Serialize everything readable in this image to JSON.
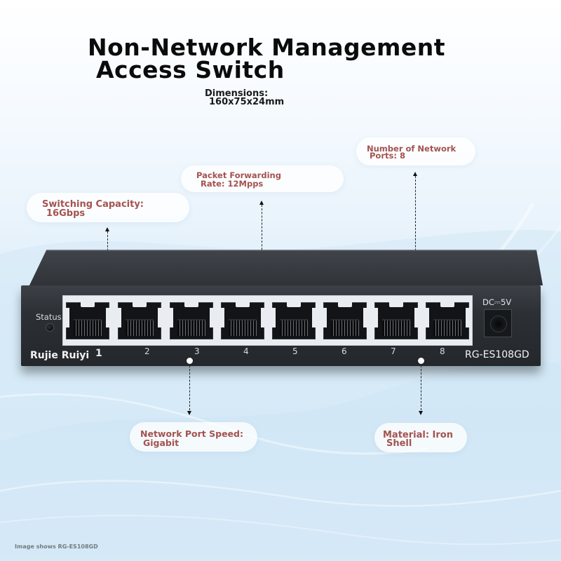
{
  "title": {
    "line1": "Non-Network Management",
    "line2": "Access Switch"
  },
  "dimensions": {
    "label": "Dimensions:",
    "value": "160x75x24mm"
  },
  "callouts": {
    "switching_capacity": {
      "line1": "Switching Capacity:",
      "line2": "16Gbps"
    },
    "packet_forwarding": {
      "line1": "Packet Forwarding",
      "line2": "Rate: 12Mpps"
    },
    "network_ports": {
      "line1": "Number of Network",
      "line2": "Ports: 8"
    },
    "port_speed": {
      "line1": "Network Port Speed:",
      "line2": "Gigabit"
    },
    "material": {
      "line1": "Material: Iron",
      "line2": "Shell"
    }
  },
  "device": {
    "status_label": "Status",
    "brand": "Rujie Ruiyi",
    "power_label": "DC⎓5V",
    "model": "RG-ES108GD",
    "port_labels": [
      "1",
      "2",
      "3",
      "4",
      "5",
      "6",
      "7",
      "8"
    ]
  },
  "footnote": "Image shows RG-ES108GD",
  "colors": {
    "callout_text": "#a4524f",
    "switch_body": "#2c3035",
    "port_panel": "#e9edf1"
  },
  "icons": {
    "status_indicator": "status-led-icon",
    "power_input": "dc-jack-icon",
    "network_port": "rj45-port-icon"
  }
}
